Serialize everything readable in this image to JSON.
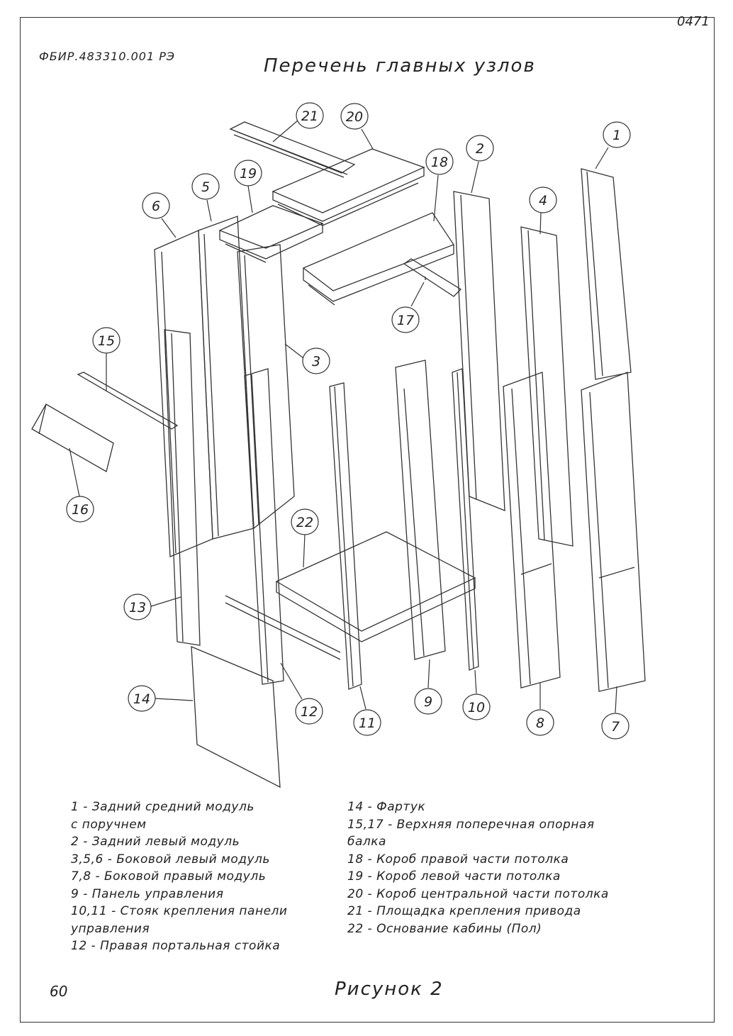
{
  "corner_code": "0471",
  "doc_number": "ФБИР.483310.001 РЭ",
  "title": "Перечень главных узлов",
  "callouts": [
    "1",
    "2",
    "3",
    "4",
    "5",
    "6",
    "7",
    "8",
    "9",
    "10",
    "11",
    "12",
    "13",
    "14",
    "15",
    "16",
    "17",
    "18",
    "19",
    "20",
    "21",
    "22"
  ],
  "legend_left": [
    "1 - Задний средний модуль",
    "с поручнем",
    "2 - Задний левый модуль",
    "3,5,6 - Боковой левый модуль",
    "7,8 - Боковой правый модуль",
    "9 - Панель управления",
    "10,11 - Стояк крепления панели",
    "управления",
    "12 - Правая портальная стойка"
  ],
  "legend_right": [
    "14 - Фартук",
    "15,17 - Верхняя поперечная опорная",
    "балка",
    "18 - Короб правой части потолка",
    "19 - Короб левой части потолка",
    "20 - Короб центральной части потолка",
    "21 - Площадка крепления привода",
    "22 - Основание кабины (Пол)"
  ],
  "page_number": "60",
  "figure_caption": "Рисунок 2"
}
